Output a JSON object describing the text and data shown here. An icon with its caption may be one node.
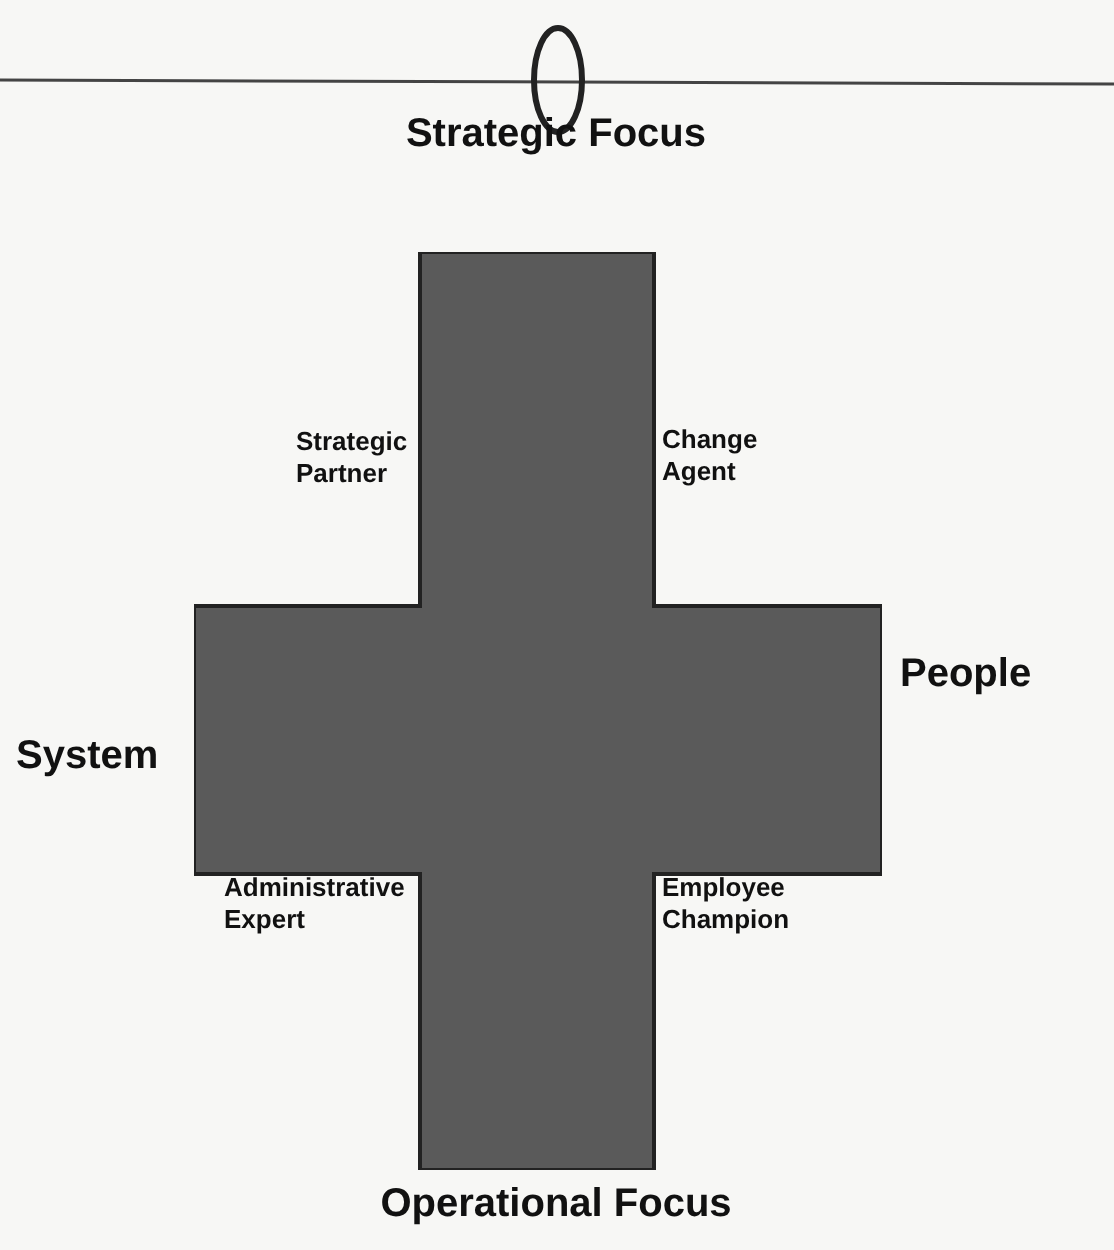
{
  "diagram": {
    "nodes": [
      {
        "text": [],
        "shape": "cross"
      }
    ],
    "labels": [
      "Strategic Focus",
      "Strategic Partner",
      "Change Agent",
      "System",
      "People",
      "Administrative Expert",
      "Employee Champion",
      "Operational Focus"
    ]
  }
}
